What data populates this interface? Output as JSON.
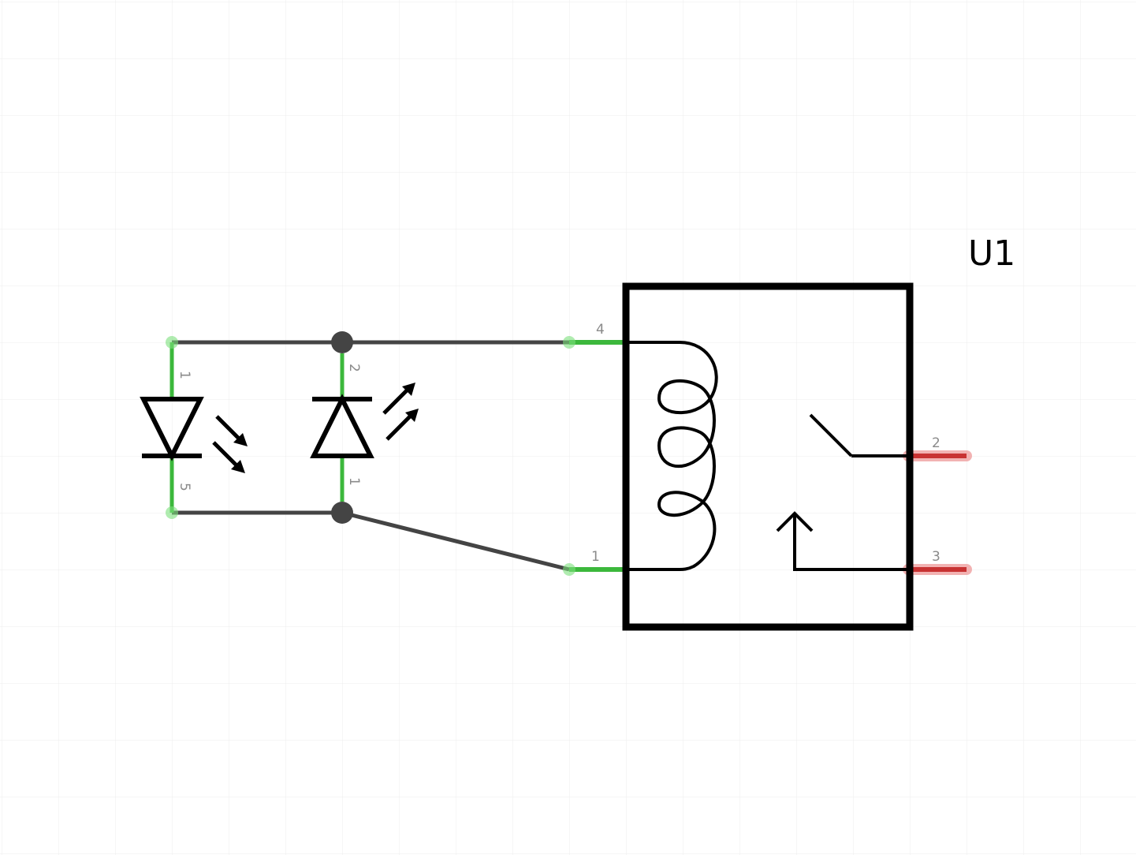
{
  "schematic": {
    "component": {
      "ref": "U1"
    },
    "relay_pins": {
      "coil_top": "4",
      "coil_bottom": "1",
      "switch_top": "2",
      "switch_bottom": "3"
    },
    "led_pins": {
      "anode": "1",
      "cathode": "5"
    },
    "photodiode_pins": {
      "top": "2",
      "bottom": "1"
    },
    "connection_states": {
      "connected": "green",
      "unconnected": "red"
    }
  },
  "colors": {
    "wire": "#444444",
    "symbol": "#000000",
    "connected": "#3cb83c",
    "unconnected": "#c83232",
    "grid": "#ececec",
    "pin_label": "#8a8a8a"
  }
}
